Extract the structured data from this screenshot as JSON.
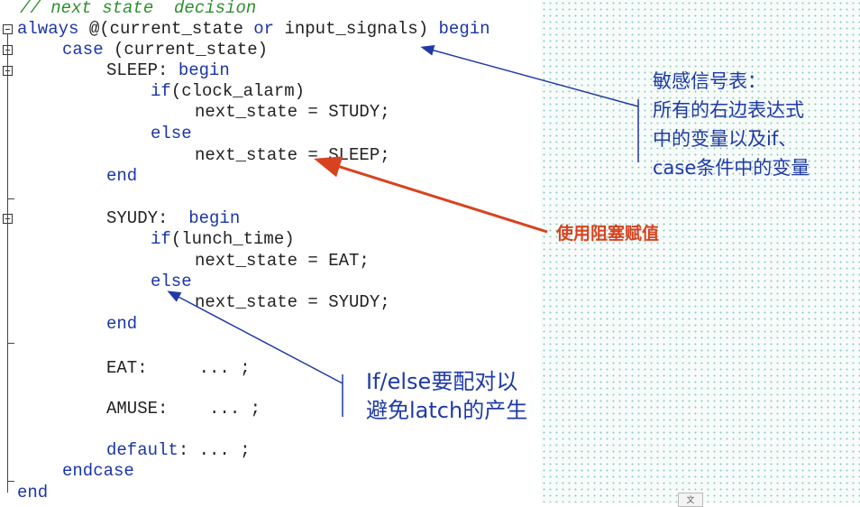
{
  "code": {
    "comment": "// next state  decision",
    "always_kw": "always",
    "sens_a": " @(current_state ",
    "sens_or": "or",
    "sens_b": " input_signals) ",
    "begin_kw": "begin",
    "case_kw": "case",
    "case_expr": " (current_state)",
    "sleep_label": "SLEEP: ",
    "if_kw": "if",
    "if1_cond": "(clock_alarm)",
    "assign_study": "next_state = STUDY;",
    "else_kw": "else",
    "assign_sleep": "next_state = SLEEP;",
    "end_kw": "end",
    "syudy_label": "SYUDY:  ",
    "if2_cond": "(lunch_time)",
    "assign_eat": "next_state = EAT;",
    "assign_syudy": "next_state = SYUDY;",
    "eat_line": "EAT:     ... ;",
    "amuse_line": "AMUSE:    ... ;",
    "default_kw": "default",
    "default_rest": ": ... ;",
    "endcase_kw": "endcase"
  },
  "annotations": {
    "sensitivity_lines": [
      "敏感信号表：",
      "所有的右边表达式",
      "中的变量以及if、",
      "case条件中的变量"
    ],
    "blocking": "使用阻塞赋值",
    "ifelse_lines": [
      "If/else要配对以",
      "避免latch的产生"
    ]
  },
  "colors": {
    "keyword": "#1a35a8",
    "comment": "#2f8f2f",
    "annotation_blue": "#1f3aa5",
    "annotation_red": "#d8421e"
  },
  "icons": {
    "fold": "fold-collapse-icon",
    "bottom": "small-box-icon"
  },
  "bottom_box": "文"
}
